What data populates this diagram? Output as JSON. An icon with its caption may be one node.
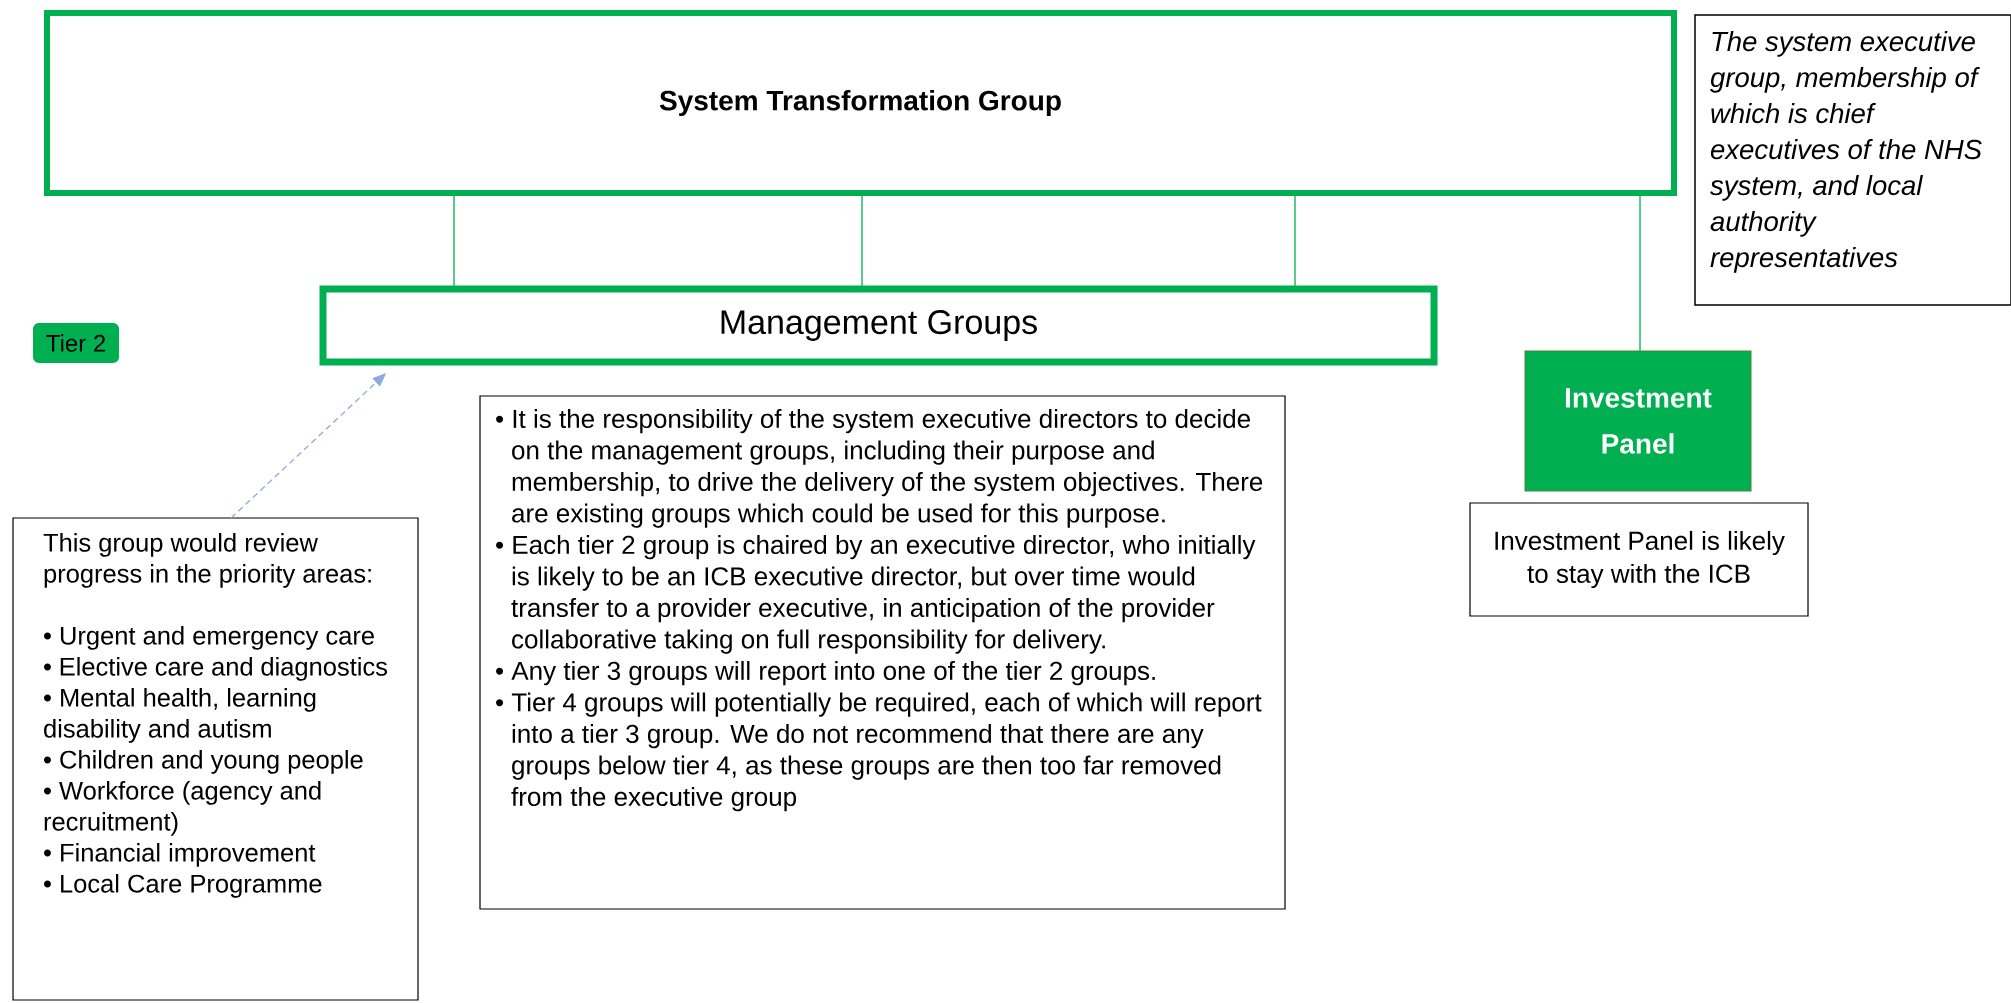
{
  "diagram": {
    "nodes": [
      {
        "text": [
          "System Transformation Group"
        ]
      },
      {
        "text": [
          "The system executive group, membership of which is chief executives of the NHS system, and local authority representatives"
        ]
      },
      {
        "text": [
          "Tier 2"
        ]
      },
      {
        "text": [
          "Management Groups"
        ]
      },
      {
        "text": [
          "Investment Panel"
        ]
      },
      {
        "text": [
          "This group would review progress in the priority areas:",
          "• Urgent and emergency care",
          "• Elective care and diagnostics",
          "• Mental health, learning disability and autism",
          "• Children and young people",
          "• Workforce (agency and recruitment)",
          "• Financial improvement",
          "• Local Care Programme"
        ]
      },
      {
        "text": [
          "• It is the responsibility of the system executive directors to decide on the management groups, including their purpose and membership, to drive the delivery of the system objectives. There are existing groups which could be used for this purpose.",
          "• Each tier 2 group is chaired by an executive director, who initially is likely to be an ICB executive director, but over time would transfer to a provider executive, in anticipation of the provider collaborative taking on full responsibility for delivery.",
          "• Any tier 3 groups will report into one of the tier 2 groups.",
          "• Tier 4 groups will potentially be required, each of which will report into a tier 3 group. We do not recommend that there are any groups below tier 4, as these groups are then too far removed from the executive group"
        ]
      },
      {
        "text": [
          "Investment Panel is likely to stay with the ICB"
        ]
      }
    ],
    "edges": [
      {
        "from": 0,
        "to": 3,
        "arrow": "none"
      },
      {
        "from": 0,
        "to": 3,
        "arrow": "none"
      },
      {
        "from": 0,
        "to": 3,
        "arrow": "none"
      },
      {
        "from": 0,
        "to": 4,
        "arrow": "none"
      },
      {
        "from": 5,
        "to": 3,
        "arrow": "to",
        "style": "dashed",
        "color": "#8eaadb"
      }
    ]
  }
}
